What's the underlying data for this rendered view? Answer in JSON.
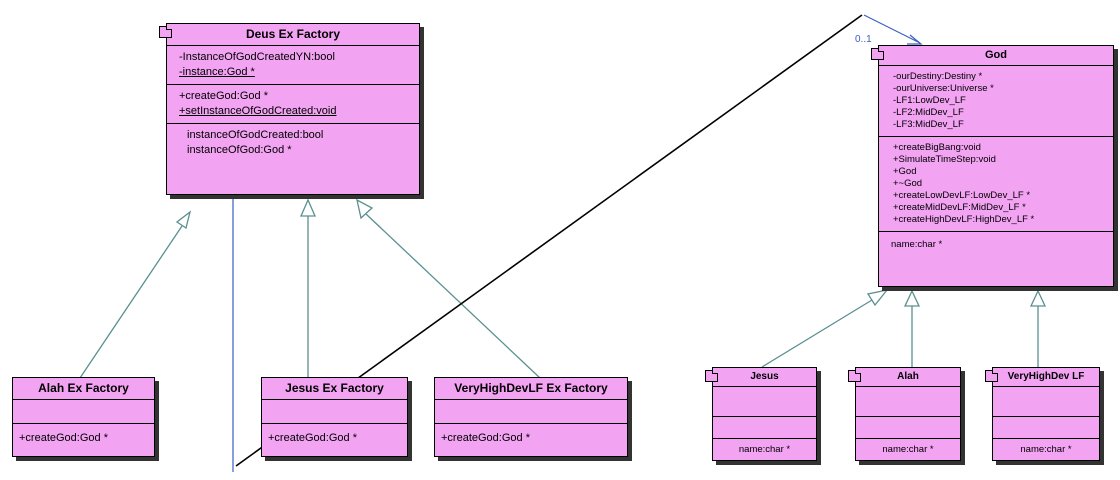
{
  "deus": {
    "name": "Deus Ex Factory",
    "attributes": [
      "-InstanceOfGodCreatedYN:bool",
      "-instance:God *"
    ],
    "operations": [
      "+createGod:God *",
      "+setInstanceOfGodCreated:void"
    ],
    "properties": [
      "instanceOfGodCreated:bool",
      "instanceOfGod:God *"
    ]
  },
  "alah_factory": {
    "name": "Alah Ex Factory",
    "operations": [
      "+createGod:God *"
    ]
  },
  "jesus_factory": {
    "name": "Jesus Ex Factory",
    "operations": [
      "+createGod:God *"
    ]
  },
  "vhd_factory": {
    "name": "VeryHighDevLF Ex Factory",
    "operations": [
      "+createGod:God *"
    ]
  },
  "god": {
    "name": "God",
    "multiplicity": "0..1",
    "attributes": [
      "-ourDestiny:Destiny *",
      "-ourUniverse:Universe *",
      "-LF1:LowDev_LF",
      "-LF2:MidDev_LF",
      "-LF3:MidDev_LF"
    ],
    "operations": [
      "+createBigBang:void",
      "+SimulateTimeStep:void",
      "+God",
      "+~God",
      "+createLowDevLF:LowDev_LF *",
      "+createMidDevLF:MidDev_LF *",
      "+createHighDevLF:HighDev_LF *"
    ],
    "properties": [
      "name:char *"
    ]
  },
  "jesus": {
    "name": "Jesus",
    "properties": [
      "name:char *"
    ]
  },
  "alah": {
    "name": "Alah",
    "properties": [
      "name:char *"
    ]
  },
  "vhd": {
    "name": "VeryHighDev LF",
    "properties": [
      "name:char *"
    ]
  },
  "colors": {
    "class_fill": "#f2a3f2",
    "association": "#3a5fc0",
    "generalization": "#5a9090"
  }
}
